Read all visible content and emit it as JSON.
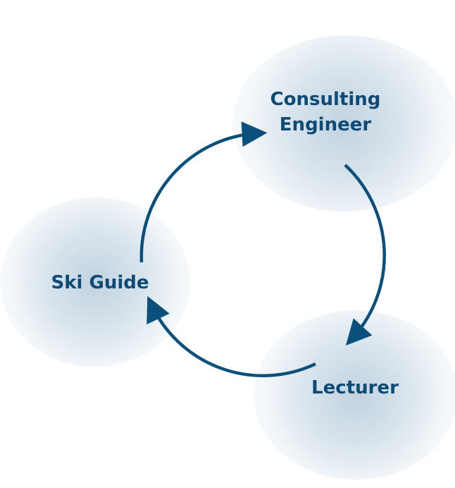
{
  "diagram": {
    "type": "cycle",
    "colors": {
      "arrow": "#0b4f7d",
      "text": "#0e4a76",
      "glow": "#c3d5e2"
    },
    "nodes": [
      {
        "id": "consulting-engineer",
        "line1": "Consulting",
        "line2": "Engineer"
      },
      {
        "id": "lecturer",
        "label": "Lecturer"
      },
      {
        "id": "ski-guide",
        "label": "Ski Guide"
      }
    ],
    "edges": [
      {
        "from": "consulting-engineer",
        "to": "lecturer"
      },
      {
        "from": "lecturer",
        "to": "ski-guide"
      },
      {
        "from": "ski-guide",
        "to": "consulting-engineer"
      }
    ]
  }
}
